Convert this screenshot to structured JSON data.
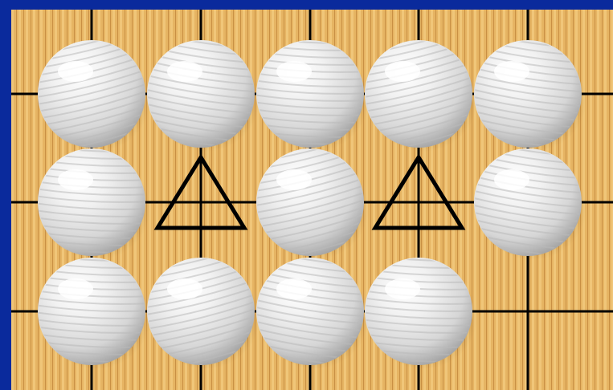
{
  "colors": {
    "frame": "#0a2a9c",
    "board_base": "#e8b866",
    "board_grain_light": "#f0c878",
    "board_grain_dark": "#c98f3e",
    "grid_line": "#000000",
    "stone_white": "#f2f2f2",
    "stone_shadow": "#8a8a8a",
    "stone_stripe": "#b9b9b9",
    "triangle": "#000000"
  },
  "board": {
    "visible_columns": 6,
    "visible_rows": 4,
    "board_edge": "none visible"
  },
  "stones": [
    {
      "color": "white",
      "col": 1,
      "row": 1
    },
    {
      "color": "white",
      "col": 2,
      "row": 1
    },
    {
      "color": "white",
      "col": 3,
      "row": 1
    },
    {
      "color": "white",
      "col": 4,
      "row": 1
    },
    {
      "color": "white",
      "col": 5,
      "row": 1
    },
    {
      "color": "white",
      "col": 1,
      "row": 2
    },
    {
      "color": "white",
      "col": 3,
      "row": 2
    },
    {
      "color": "white",
      "col": 5,
      "row": 2
    },
    {
      "color": "white",
      "col": 1,
      "row": 3
    },
    {
      "color": "white",
      "col": 2,
      "row": 3
    },
    {
      "color": "white",
      "col": 3,
      "row": 3
    },
    {
      "color": "white",
      "col": 4,
      "row": 3
    }
  ],
  "markers": [
    {
      "type": "triangle",
      "col": 2,
      "row": 2
    },
    {
      "type": "triangle",
      "col": 4,
      "row": 2
    }
  ]
}
